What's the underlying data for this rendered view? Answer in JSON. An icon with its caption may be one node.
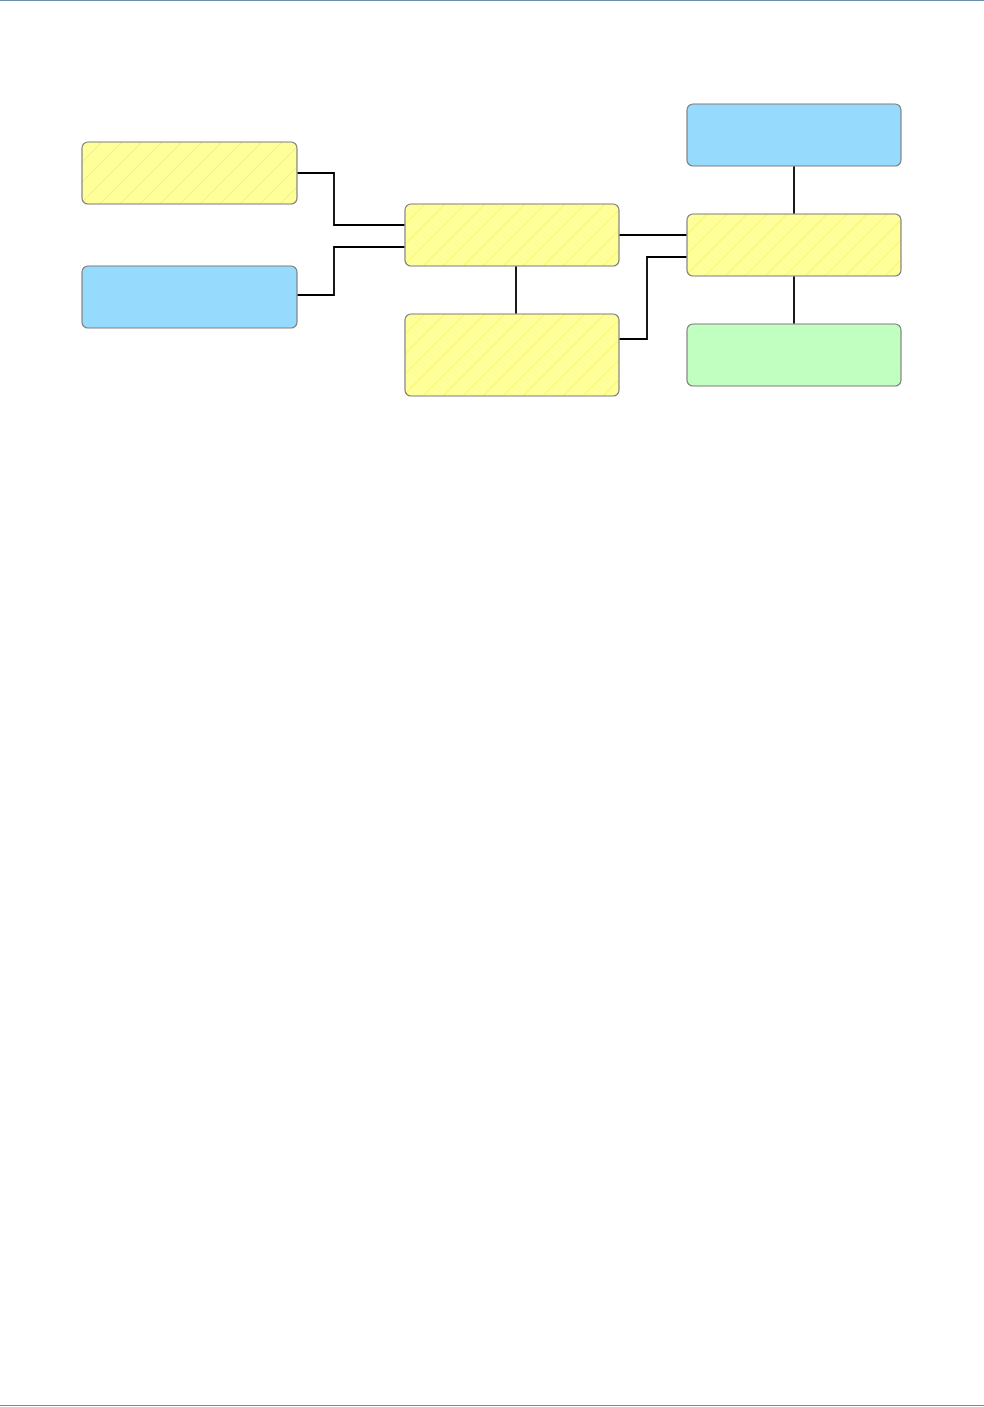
{
  "diagram": {
    "nodes": [
      {
        "text": [],
        "shape": "box"
      },
      {
        "text": [],
        "shape": "box"
      },
      {
        "text": [],
        "shape": "box"
      },
      {
        "text": [],
        "shape": "box"
      },
      {
        "text": [],
        "shape": "box"
      },
      {
        "text": [],
        "shape": "box"
      },
      {
        "text": [],
        "shape": "box"
      }
    ],
    "edges": [
      {
        "from": 0,
        "to": 2,
        "arrow": "none"
      },
      {
        "from": 1,
        "to": 2,
        "arrow": "none"
      },
      {
        "from": 2,
        "to": 3,
        "arrow": "none"
      },
      {
        "from": 2,
        "to": 5,
        "arrow": "none"
      },
      {
        "from": 3,
        "to": 5,
        "arrow": "none"
      },
      {
        "from": 4,
        "to": 5,
        "arrow": "none"
      },
      {
        "from": 5,
        "to": 6,
        "arrow": "none"
      }
    ]
  }
}
